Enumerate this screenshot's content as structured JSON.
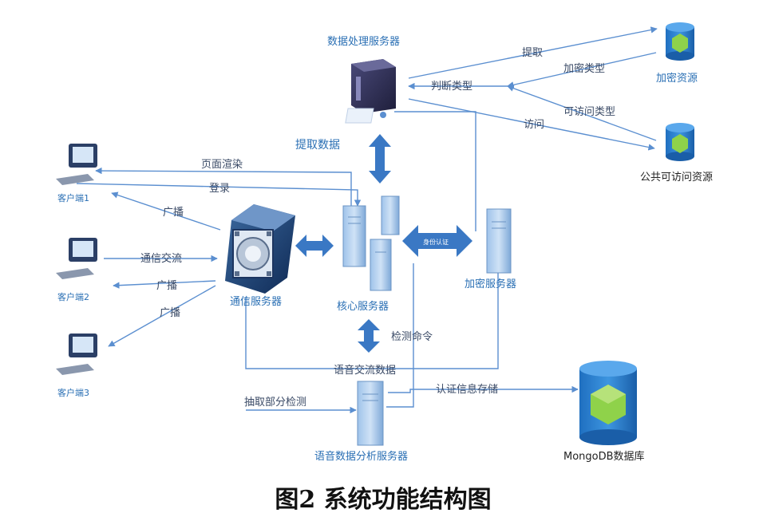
{
  "caption": "图2   系统功能结构图",
  "nodes": {
    "data_server": "数据处理服务器",
    "encrypted_resource": "加密资源",
    "public_resource": "公共可访问资源",
    "client1": "客户端1",
    "client2": "客户端2",
    "client3": "客户端3",
    "comm_server": "通信服务器",
    "core_server": "核心服务器",
    "encrypt_server": "加密服务器",
    "voice_server": "语音数据分析服务器",
    "mongodb": "MongoDB数据库"
  },
  "links": {
    "extract_top": "提取",
    "judge_type": "判断类型",
    "encrypted_type": "加密类型",
    "accessible_type": "可访问类型",
    "access": "访问",
    "extract_data": "提取数据",
    "page_render": "页面渲染",
    "login": "登录",
    "broadcast1": "广播",
    "comm_exchange": "通信交流",
    "broadcast2": "广播",
    "broadcast3": "广播",
    "identity_auth": "身份认证",
    "detect_cmd": "检测命令",
    "voice_exchange": "语音交流数据",
    "sample_detect": "抽取部分检测",
    "auth_store": "认证信息存储"
  }
}
